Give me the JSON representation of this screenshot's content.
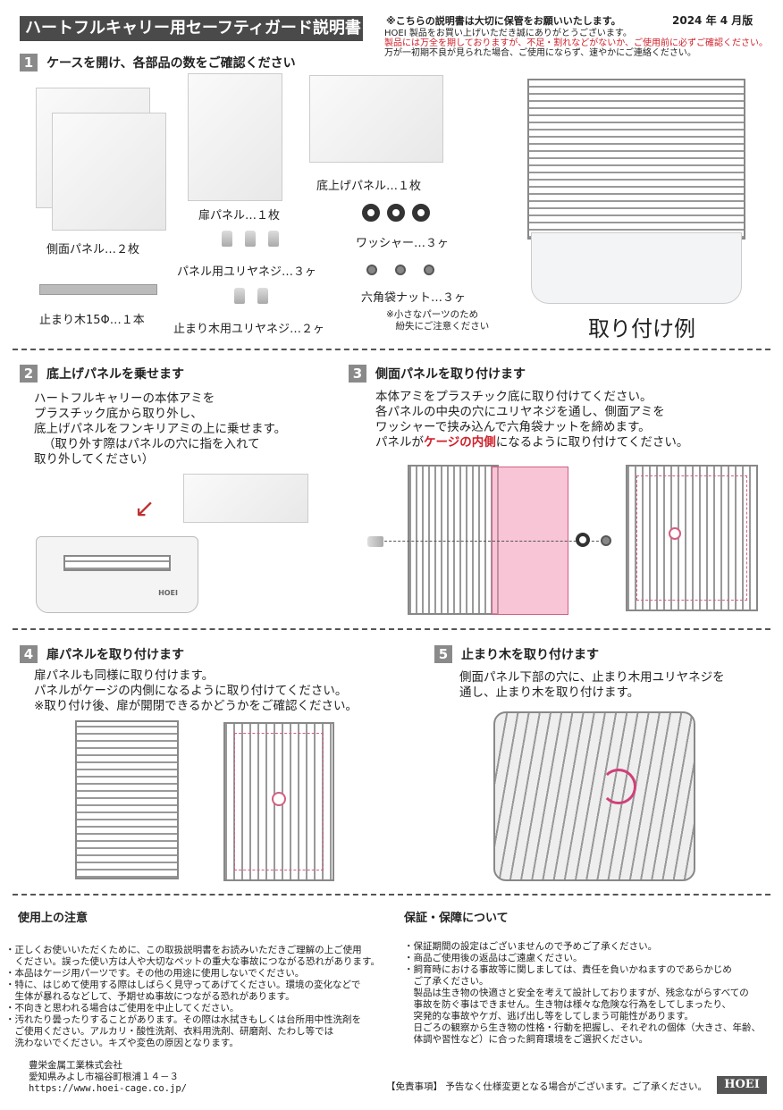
{
  "header": {
    "title": "ハートフルキャリー用セーフティガード説明書",
    "keep_notice": "※こちらの説明書は大切に保管をお願いいたします。",
    "edition": "2024 年 4 月版",
    "thanks": "HOEI 製品をお買い上げいただき誠にありがとうございます。",
    "check_notice": "製品には万全を期しておりますが、不足・割れなどがないか、ご使用前に必ずご確認ください。",
    "defect_notice": "万が一初期不良が見られた場合、ご使用にならず、速やかにご連絡ください。"
  },
  "step1": {
    "num": "1",
    "title": "ケースを開け、各部品の数をご確認ください",
    "parts": [
      "側面パネル…２枚",
      "扉パネル…１枚",
      "底上げパネル…１枚",
      "パネル用ユリヤネジ…３ヶ",
      "ワッシャー…３ヶ",
      "止まり木15Φ…１本",
      "六角袋ナット…３ヶ",
      "止まり木用ユリヤネジ…２ヶ"
    ],
    "small_parts_note": "※小さなパーツのため\n　紛失にご注意ください",
    "example_label": "取り付け例"
  },
  "step2": {
    "num": "2",
    "title": "底上げパネルを乗せます",
    "text": [
      "ハートフルキャリーの本体アミを",
      "プラスチック底から取り外し、",
      "底上げパネルをフンキリアミの上に乗せます。",
      "（取り外す際はパネルの穴に指を入れて",
      "取り外してください）"
    ],
    "brand_label": "HOEI"
  },
  "step3": {
    "num": "3",
    "title": "側面パネルを取り付けます",
    "text": [
      "本体アミをプラスチック底に取り付けてください。",
      "各パネルの中央の穴にユリヤネジを通し、側面アミを",
      "ワッシャーで挟み込んで六角袋ナットを締めます。"
    ],
    "last_pre": "パネルが",
    "last_em": "ケージの内側",
    "last_post": "になるように取り付けてください。"
  },
  "step4": {
    "num": "4",
    "title": "扉パネルを取り付けます",
    "text": [
      "扉パネルも同様に取り付けます。",
      "パネルがケージの内側になるように取り付けてください。",
      "※取り付け後、扉が開閉できるかどうかをご確認ください。"
    ]
  },
  "step5": {
    "num": "5",
    "title": "止まり木を取り付けます",
    "text": [
      "側面パネル下部の穴に、止まり木用ユリヤネジを",
      "通し、止まり木を取り付けます。"
    ]
  },
  "cautions": {
    "title": "使用上の注意",
    "items": [
      "・正しくお使いいただくために、この取扱説明書をお読みいただきご理解の上ご使用\n　ください。誤った使い方は人や大切なペットの重大な事故につながる恐れがあります。",
      "・本品はケージ用パーツです。その他の用途に使用しないでください。",
      "・特に、はじめて使用する際はしばらく見守ってあげてください。環境の変化などで\n　生体が暴れるなどして、予期せぬ事故につながる恐れがあります。",
      "・不向きと思われる場合はご使用を中止してください。",
      "・汚れたり曇ったりすることがあります。その際は水拭きもしくは台所用中性洗剤を\n　ご使用ください。アルカリ・酸性洗剤、衣料用洗剤、研磨剤、たわし等では\n　洗わないでください。キズや変色の原因となります。"
    ]
  },
  "warranty": {
    "title": "保証・保障について",
    "items": [
      "・保証期間の設定はございませんので予めご了承ください。",
      "・商品ご使用後の返品はご遠慮ください。",
      "・飼育時における事故等に関しましては、責任を負いかねますのであらかじめ\n　ご了承ください。\n　製品は生き物の快適さと安全を考えて設計しておりますが、残念ながらすべての\n　事故を防ぐ事はできません。生き物は様々な危険な行為をしてしまったり、\n　突発的な事故やケガ、逃げ出し等をしてしまう可能性があります。\n　日ごろの観察から生き物の性格・行動を把握し、それぞれの個体（大きさ、年齢、\n　体調や習性など）に合った飼育環境をご選択ください。"
    ]
  },
  "footer": {
    "company": "豊栄金属工業株式会社",
    "address": "愛知県みよし市福谷町根浦１４－３",
    "url": "https://www.hoei-cage.co.jp/",
    "disclaimer": "【免責事項】 予告なく仕様変更となる場合がございます。ご了承ください。",
    "logo": "HOEI"
  },
  "colors": {
    "title_bg": "#4a4a4a",
    "accent_red": "#d0202a",
    "panel_pink": "#f096b4"
  }
}
